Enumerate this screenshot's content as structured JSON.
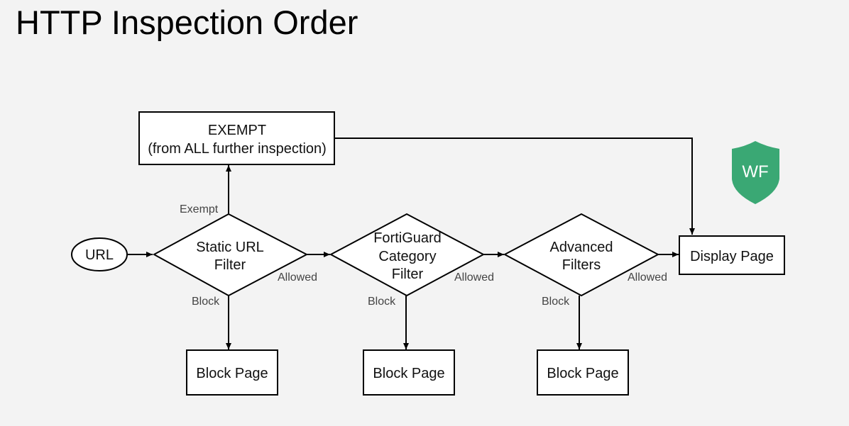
{
  "title": "HTTP Inspection Order",
  "badge": {
    "text": "WF",
    "color": "#3aa874"
  },
  "nodes": {
    "url": "URL",
    "exempt_line1": "EXEMPT",
    "exempt_line2": "(from ALL further inspection)",
    "static_line1": "Static URL",
    "static_line2": "Filter",
    "fg_line1": "FortiGuard",
    "fg_line2": "Category",
    "fg_line3": "Filter",
    "adv_line1": "Advanced",
    "adv_line2": "Filters",
    "display": "Display Page",
    "block1": "Block Page",
    "block2": "Block Page",
    "block3": "Block Page"
  },
  "edge_labels": {
    "exempt": "Exempt",
    "allowed1": "Allowed",
    "allowed2": "Allowed",
    "allowed3": "Allowed",
    "block1": "Block",
    "block2": "Block",
    "block3": "Block"
  }
}
